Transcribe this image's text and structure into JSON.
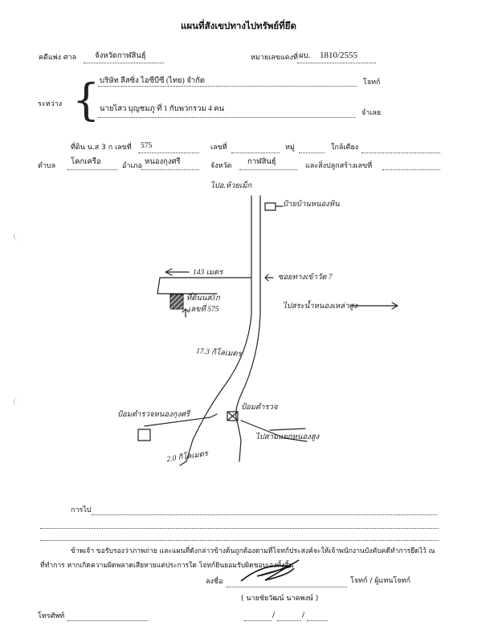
{
  "title": "แผนที่สังเขปทางไปทรัพย์ที่ยึด",
  "case": {
    "court_label": "คดีแพ่ง ศาล",
    "court_value": "จังหวัดกาฬสินธุ์",
    "black_no_label": "หมายเลขแดงที่",
    "black_no_prefix": "ผบ.",
    "black_no_value": "1810/2555"
  },
  "parties": {
    "between_label": "ระหว่าง",
    "plaintiff": "บริษัท ลีสซิ่ง ไอซีบีซี (ไทย) จำกัด",
    "plaintiff_role": "โจทก์",
    "defendant": "นายไสว  บุญชมภู  ที่ 1 กับพวกรวม  4  คน",
    "defendant_role": "จำเลย"
  },
  "land": {
    "deed_label": "ที่ดิน น.ส 3 ก เลขที่",
    "deed_value": "575",
    "no_label": "เลขที่",
    "moo_label": "หมู่",
    "near_label": "ใกล้เคียง",
    "tambon_label": "ตำบล",
    "tambon_value": "โคกเครือ",
    "amphoe_label": "อำเภอ",
    "amphoe_value": "หนองกุงศรี",
    "province_label": "จังหวัด",
    "province_value": "กาฬสินธุ์",
    "building_label": "และสิ่งปลูกสร้างเลขที่"
  },
  "map": {
    "label_top": "ไปอ.ห้วยเม็ก",
    "label_house": "ป้ายบ้านหนองหิน",
    "label_distance_1": "143 เมตร",
    "label_soi": "ซอยทางเข้าวัด 7",
    "label_plot_1": "ที่ดินนส3ก",
    "label_plot_2": "เลขที่ 575",
    "label_right_1": "ไปสระน้ำหนองเหล่าสูง",
    "label_distance_2": "17.3 กิโลเมตร",
    "label_junction_left": "ป้อมตำรวจหนองกุงศรี",
    "label_junction_right": "ป้อมตำรวจ",
    "label_right_2": "ไปสามแยกหนองสูง",
    "label_distance_3": "2.0 กิโลเมตร"
  },
  "route": {
    "label": "การไป"
  },
  "certification": {
    "line1": "ข้าพเจ้า ขอรับรองว่าภาพถ่าย และแผนที่ดังกล่าวข้างต้นถูกต้องตามที่โจทก์ประสงค์จะให้เจ้าพนักงานบังคับคดีทำการยึดไว้ ณ",
    "line2": "ที่ทำการ หากเกิดความผิดพลาดเสียหายแต่ประการใด โจทก์ยินยอมรับผิดชอบเองทั้งสิ้น"
  },
  "signature": {
    "sign_label": "ลงชื่อ",
    "role": "โจทก์ / ผู้แทนโจทก์",
    "name": "( นายชัยวัฒน์ นาคพงษ์ )"
  },
  "footer": {
    "phone_label": "โทรศัพท์",
    "date_sep_1": "/",
    "date_sep_2": "/"
  }
}
